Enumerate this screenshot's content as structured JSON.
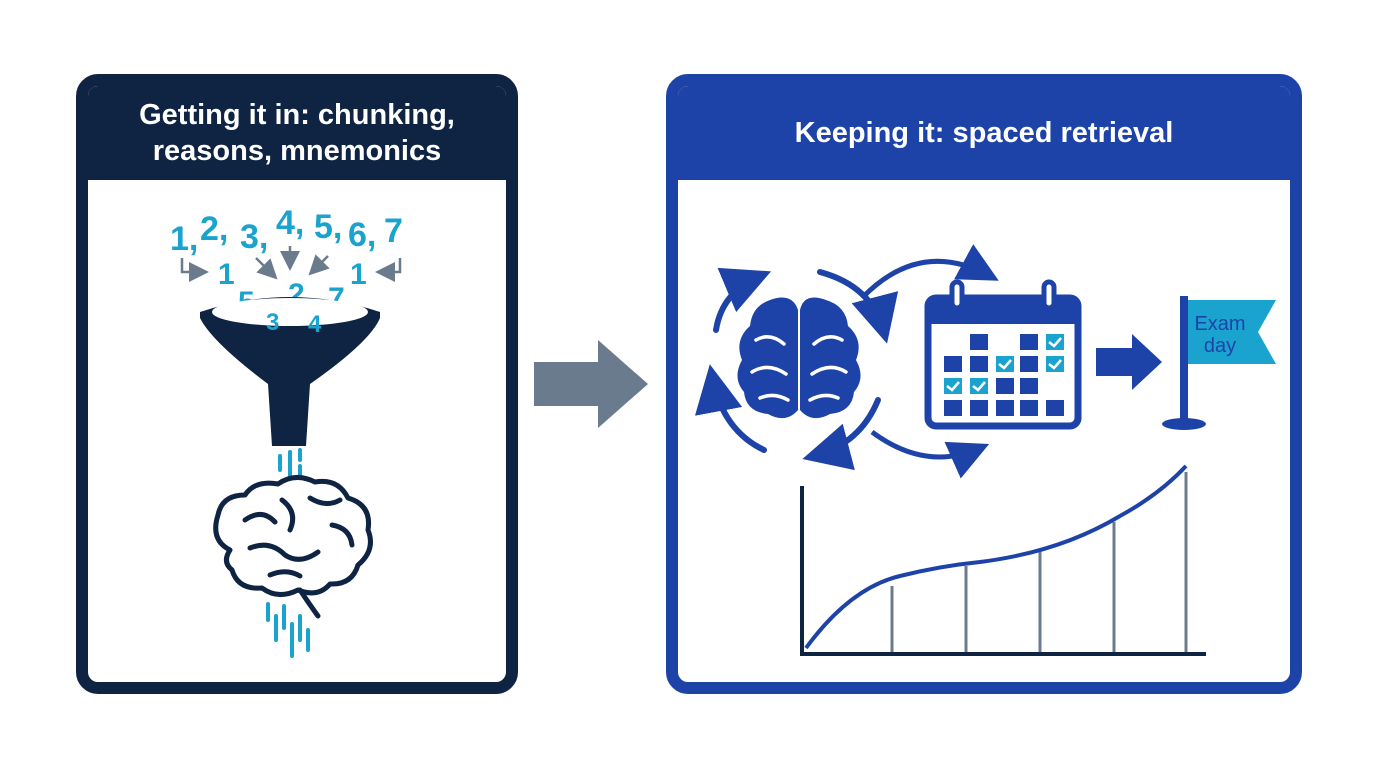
{
  "left_panel": {
    "title": "Getting it in: chunking,\nreasons, mnemonics",
    "digit_sequence": [
      "1,",
      "2,",
      "3,",
      "4,",
      "5,",
      "6,",
      "7"
    ],
    "chunk_digits": [
      "1",
      "1",
      "5",
      "2",
      "7",
      "3",
      "4"
    ]
  },
  "right_panel": {
    "title": "Keeping it: spaced retrieval",
    "flag_label_line1": "Exam",
    "flag_label_line2": "day"
  },
  "colors": {
    "navy": "#0f2442",
    "royal_blue": "#1e43a8",
    "cyan": "#1aa3cf",
    "gray_arrow": "#6b7b8e",
    "gray_bar": "#6b7b8e"
  },
  "icons": [
    "funnel-icon",
    "brain-icon",
    "cycle-arrows-icon",
    "calendar-icon",
    "flag-icon",
    "growth-curve-icon",
    "right-arrow-icon"
  ]
}
